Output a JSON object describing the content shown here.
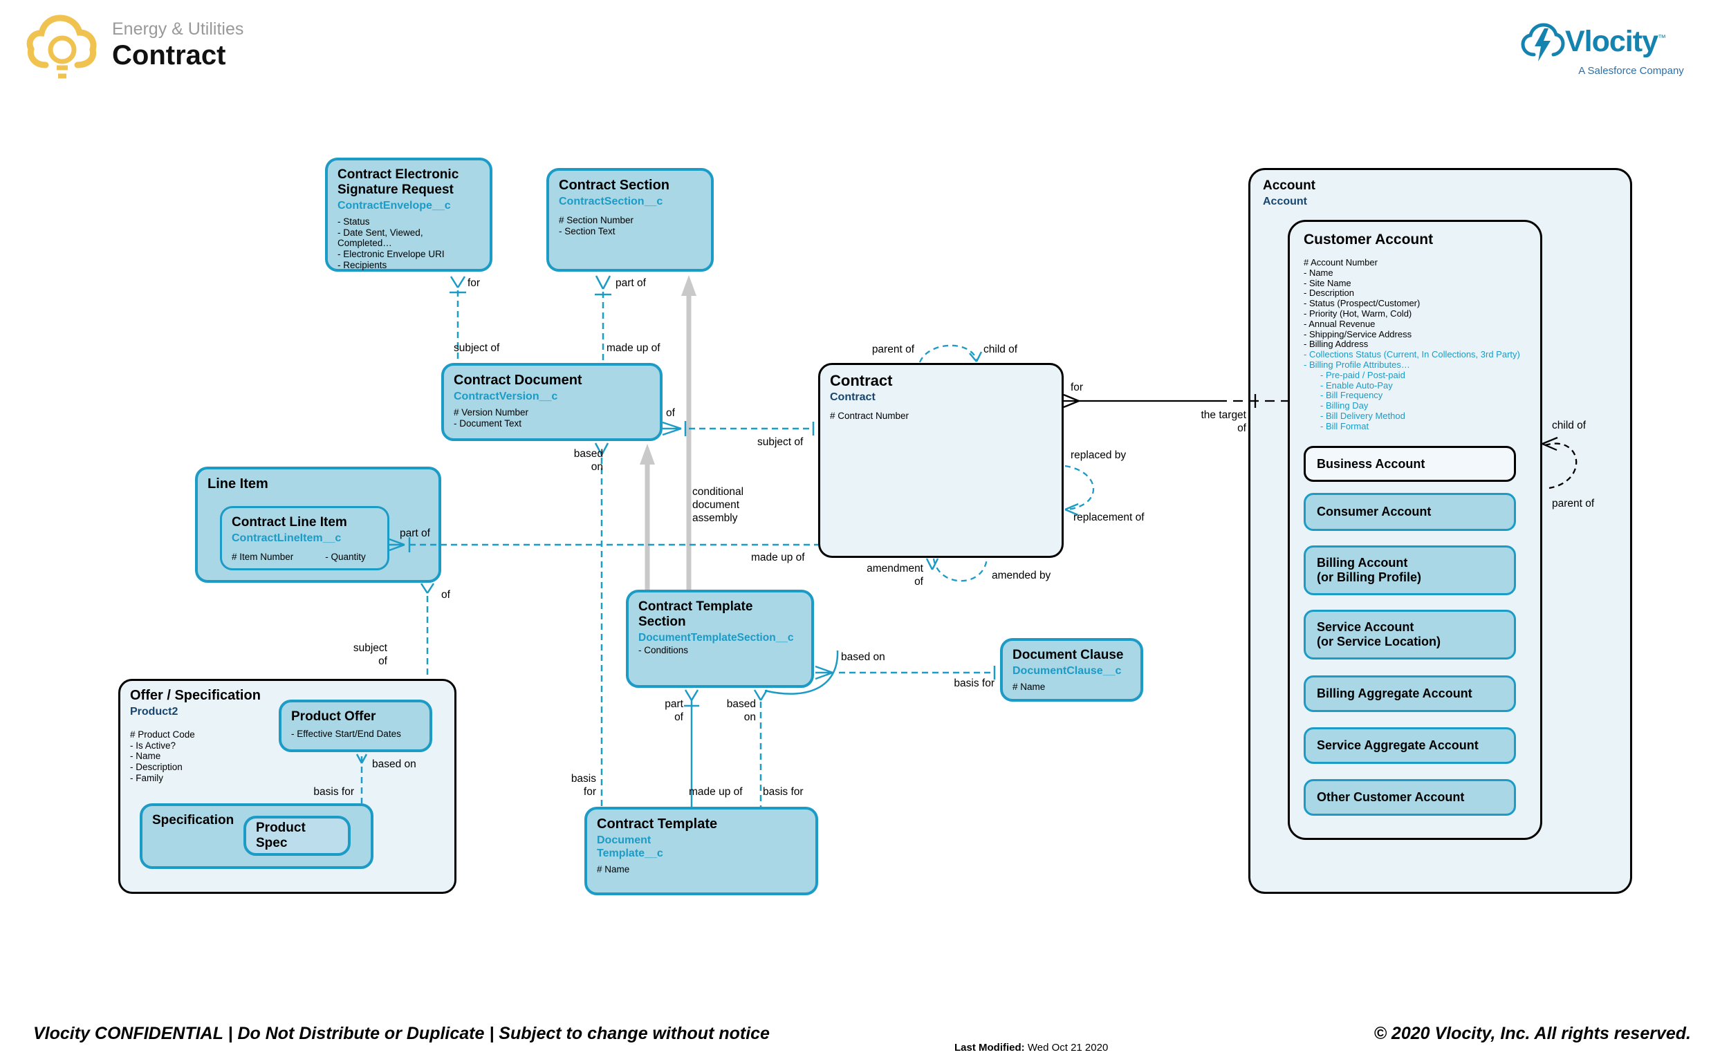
{
  "header": {
    "category": "Energy & Utilities",
    "title": "Contract"
  },
  "logo": {
    "brand": "Vlocity",
    "tm": "™",
    "tagline": "A Salesforce Company"
  },
  "footer": {
    "confidential": "Vlocity CONFIDENTIAL | Do Not Distribute or Duplicate | Subject to change without notice",
    "last_modified_label": "Last Modified:",
    "last_modified_value": " Wed Oct 21 2020",
    "copyright": "© 2020 Vlocity, Inc. All rights reserved."
  },
  "colors": {
    "teal": "#1B9BC5",
    "light_blue": "#A9D7E6",
    "panel": "#EAF3F8",
    "navy": "#17456E",
    "gray_arrow": "#C9C9C9",
    "yellow": "#F0C350",
    "logo_blue": "#1483B0"
  },
  "entities": {
    "esr": {
      "title": "Contract Electronic Signature Request",
      "api": "ContractEnvelope__c",
      "attrs": [
        "- Status",
        "- Date Sent, Viewed, Completed…",
        "- Electronic Envelope URI",
        "- Recipients"
      ]
    },
    "contract_section": {
      "title": "Contract Section",
      "api": "ContractSection__c",
      "attrs": [
        "# Section Number",
        "- Section Text"
      ]
    },
    "contract_document": {
      "title": "Contract Document",
      "api": "ContractVersion__c",
      "attrs": [
        "# Version Number",
        "- Document Text"
      ]
    },
    "contract": {
      "title": "Contract",
      "api": "Contract",
      "attrs": [
        "# Contract Number"
      ]
    },
    "line_item": {
      "title": "Line Item"
    },
    "contract_line_item": {
      "title": "Contract Line Item",
      "api": "ContractLineItem__c",
      "attr_left": "# Item Number",
      "attr_right": "- Quantity"
    },
    "offer_spec": {
      "title": "Offer / Specification",
      "api": "Product2",
      "attrs": [
        "# Product Code",
        "- Is Active?",
        "- Name",
        "- Description",
        "- Family"
      ]
    },
    "product_offer": {
      "title": "Product Offer",
      "attrs": [
        "- Effective Start/End Dates"
      ]
    },
    "specification": {
      "title": "Specification"
    },
    "product_spec": {
      "title": "Product Spec"
    },
    "contract_template_section": {
      "title": "Contract Template Section",
      "api": "DocumentTemplateSection__c",
      "attrs": [
        "- Conditions"
      ]
    },
    "document_clause": {
      "title": "Document Clause",
      "api": "DocumentClause__c",
      "attrs": [
        "# Name"
      ]
    },
    "contract_template": {
      "title": "Contract Template",
      "api": "Document\nTemplate__c",
      "attrs": [
        "# Name"
      ]
    },
    "account": {
      "title": "Account",
      "api": "Account"
    },
    "customer_account": {
      "title": "Customer Account",
      "attrs": [
        {
          "text": "# Account Number"
        },
        {
          "text": "- Name"
        },
        {
          "text": "- Site Name"
        },
        {
          "text": "- Description"
        },
        {
          "text": "- Status (Prospect/Customer)"
        },
        {
          "text": "- Priority (Hot, Warm, Cold)"
        },
        {
          "text": "- Annual Revenue"
        },
        {
          "text": "- Shipping/Service Address"
        },
        {
          "text": "- Billing Address"
        },
        {
          "text": "- Collections Status (Current, In Collections, 3rd Party)",
          "style": "teal"
        },
        {
          "text": "- Billing Profile Attributes…",
          "style": "teal"
        },
        {
          "text": "- Pre-paid / Post-paid",
          "style": "teal indent"
        },
        {
          "text": "- Enable Auto-Pay",
          "style": "teal indent"
        },
        {
          "text": "- Bill Frequency",
          "style": "teal indent"
        },
        {
          "text": "- Billing Day",
          "style": "teal indent"
        },
        {
          "text": "- Bill Delivery Method",
          "style": "teal indent"
        },
        {
          "text": "- Bill Format",
          "style": "teal indent"
        }
      ]
    },
    "sub_accounts": [
      "Business Account",
      "Consumer Account",
      "Billing Account\n(or Billing Profile)",
      "Service Account\n(or Service Location)",
      "Billing Aggregate Account",
      "Service Aggregate Account",
      "Other Customer Account"
    ]
  },
  "labels": {
    "for_esr": "for",
    "part_of_cs": "part of",
    "subject_of_cd": "subject of",
    "made_up_of_cd": "made up of",
    "of_cd": "of",
    "subject_of_contract": "subject of",
    "conditional_assembly": "conditional\ndocument\nassembly",
    "made_up_of_contract": "made up of",
    "part_of_cli": "part of",
    "of_li": "of",
    "subject_of_offer": "subject\nof",
    "based_on_po": "based on",
    "basis_for_spec": "basis for",
    "for_account": "for",
    "the_target_of": "the target\nof",
    "parent_of_contract": "parent of",
    "child_of_contract": "child of",
    "replaced_by": "replaced by",
    "replacement_of": "replacement of",
    "amendment_of": "amendment\nof",
    "amended_by": "amended by",
    "based_on_cd": "based\non",
    "basis_for_ct_left": "basis\nfor",
    "part_of_cts": "part\nof",
    "based_on_cts": "based\non",
    "made_up_of_ct": "made up of",
    "basis_for_ct": "basis for",
    "based_on_clause": "based on",
    "basis_for_clause": "basis for",
    "child_of_account": "child of",
    "parent_of_account": "parent of"
  }
}
